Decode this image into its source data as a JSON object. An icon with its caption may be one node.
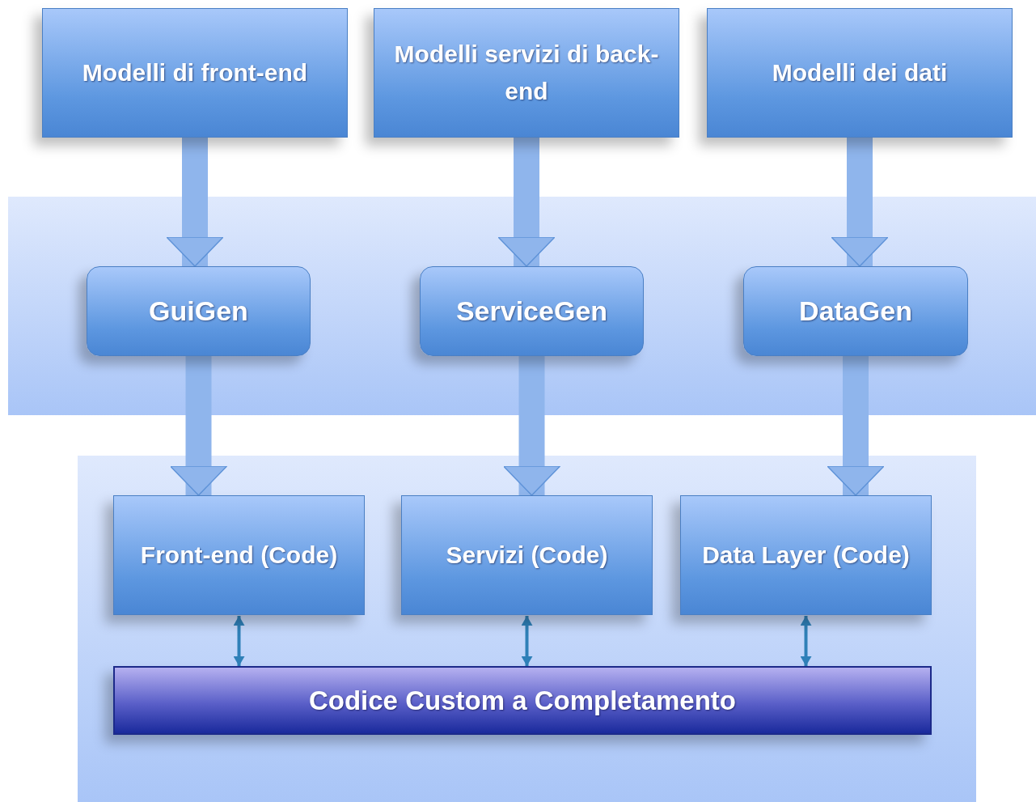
{
  "diagram": {
    "nodes": [
      {
        "text": [
          "Modelli di front-end"
        ]
      },
      {
        "text": [
          "Modelli servizi di back-end"
        ]
      },
      {
        "text": [
          "Modelli dei dati"
        ]
      },
      {
        "text": [],
        "shape": "band"
      },
      {
        "text": [
          "GuiGen"
        ],
        "in": 3
      },
      {
        "text": [
          "ServiceGen"
        ],
        "in": 3
      },
      {
        "text": [
          "DataGen"
        ],
        "in": 3
      },
      {
        "text": [],
        "shape": "band"
      },
      {
        "text": [
          "Front-end (Code)"
        ],
        "in": 7
      },
      {
        "text": [
          "Servizi (Code)"
        ],
        "in": 7
      },
      {
        "text": [
          "Data Layer (Code)"
        ],
        "in": 7
      },
      {
        "text": [
          "Codice Custom a Completamento"
        ],
        "in": 7
      }
    ],
    "edges": [
      {
        "from": 0,
        "to": 4,
        "arrow": "to"
      },
      {
        "from": 1,
        "to": 5,
        "arrow": "to"
      },
      {
        "from": 2,
        "to": 6,
        "arrow": "to"
      },
      {
        "from": 4,
        "to": 8,
        "arrow": "to"
      },
      {
        "from": 5,
        "to": 9,
        "arrow": "to"
      },
      {
        "from": 6,
        "to": 10,
        "arrow": "to"
      },
      {
        "from": 8,
        "to": 11,
        "arrow": "both",
        "color": "#2f80b8"
      },
      {
        "from": 9,
        "to": 11,
        "arrow": "both",
        "color": "#2f80b8"
      },
      {
        "from": 10,
        "to": 11,
        "arrow": "both",
        "color": "#2f80b8"
      }
    ]
  }
}
